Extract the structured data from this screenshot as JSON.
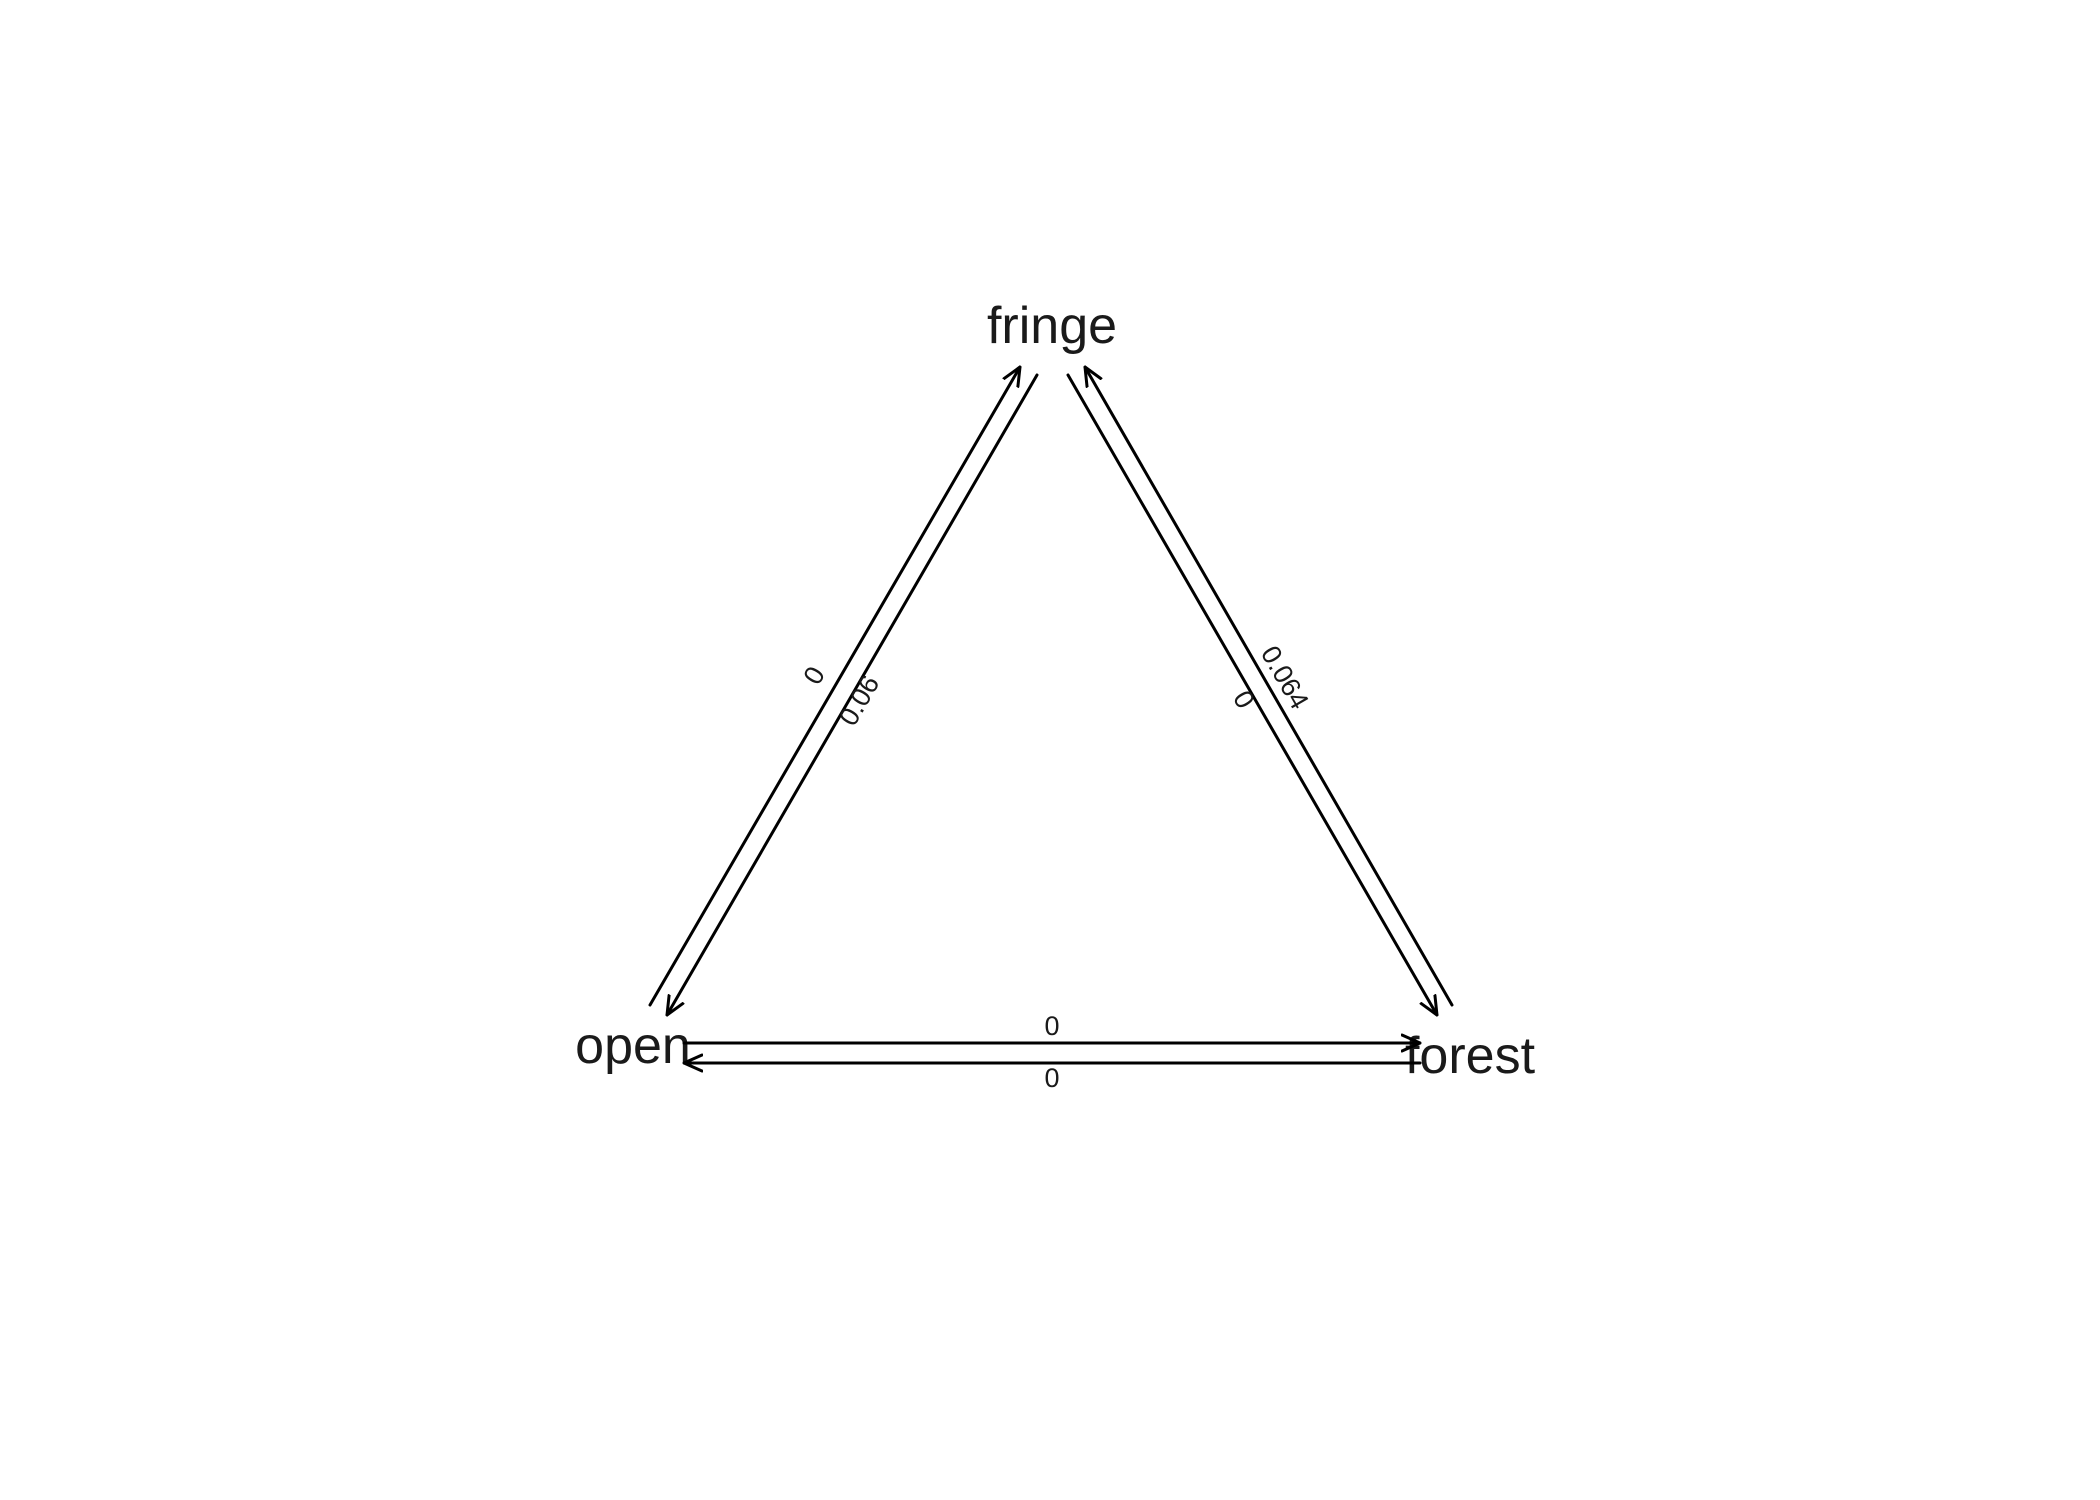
{
  "nodes": {
    "fringe": "fringe",
    "open": "open",
    "forest": "forest"
  },
  "transitions": {
    "open_to_fringe": "0",
    "fringe_to_open": "0.06",
    "forest_to_fringe": "0.064",
    "fringe_to_forest": "0",
    "open_to_forest": "0",
    "forest_to_open": "0"
  },
  "colors": {
    "line": "#000000",
    "text": "#1a1a1a",
    "background": "#ffffff"
  }
}
